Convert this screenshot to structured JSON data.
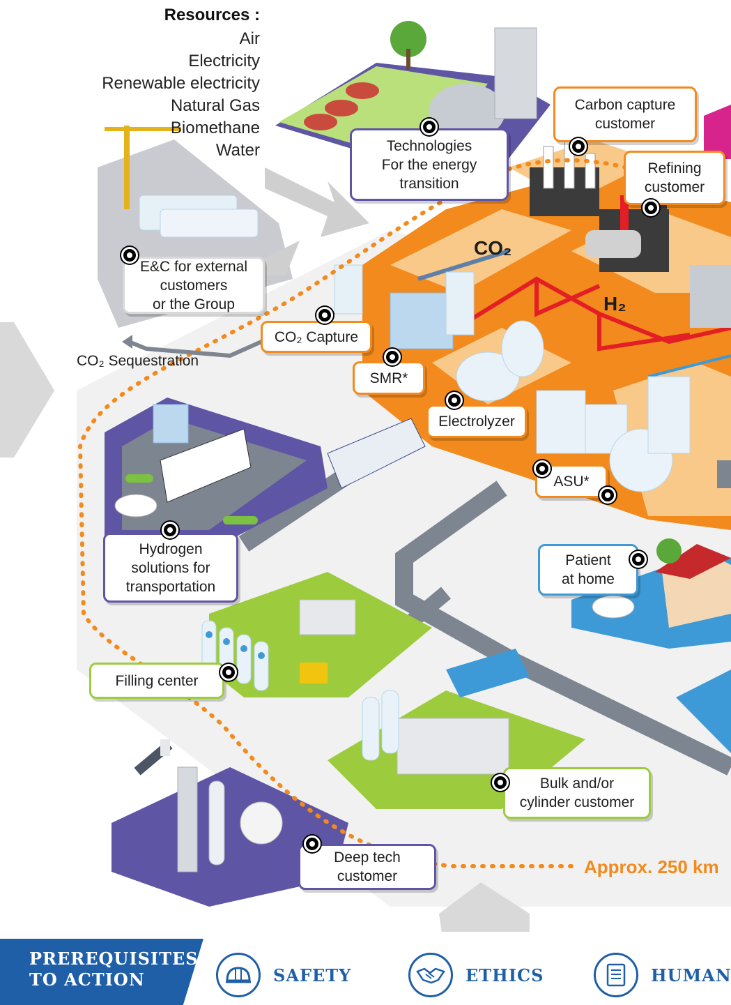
{
  "resources": {
    "title": "Resources :",
    "items": [
      "Air",
      "Electricity",
      "Renewable electricity",
      "Natural Gas",
      "Biomethane",
      "Water"
    ]
  },
  "labels": {
    "technologies": "Technologies\nFor the energy\ntransition",
    "carbon_capture_customer": "Carbon capture\ncustomer",
    "refining_customer": "Refining\ncustomer",
    "ec_external": "E&C for external\ncustomers\nor the Group",
    "co2_capture": "CO₂ Capture",
    "co2_sequestration": "CO₂ Sequestration",
    "smr": "SMR*",
    "electrolyzer": "Electrolyzer",
    "asu": "ASU*",
    "hydrogen_transport": "Hydrogen\nsolutions for\ntransportation",
    "patient_home": "Patient\nat home",
    "filling_center": "Filling center",
    "bulk_customer": "Bulk and/or\ncylinder customer",
    "deep_tech": "Deep tech\ncustomer",
    "co2_big": "CO₂",
    "h2_big": "H₂",
    "approx": "Approx. 250 km"
  },
  "footer": {
    "prereq_line1": "PREREQUISITES",
    "prereq_line2": "TO ACTION",
    "pillars": [
      "SAFETY",
      "ETHICS",
      "HUMAN"
    ],
    "pillar_icons": [
      "helmet-icon",
      "handshake-icon",
      "document-icon"
    ]
  },
  "colors": {
    "orange": "#f28a1d",
    "light_orange": "#f9c98a",
    "purple": "#5f55a5",
    "green": "#9ccc3d",
    "blue": "#3d9ad6",
    "grey_road": "#7d8590",
    "footer_blue": "#1f5fa8",
    "magenta": "#d6248c",
    "red_pipe": "#e31e24"
  }
}
